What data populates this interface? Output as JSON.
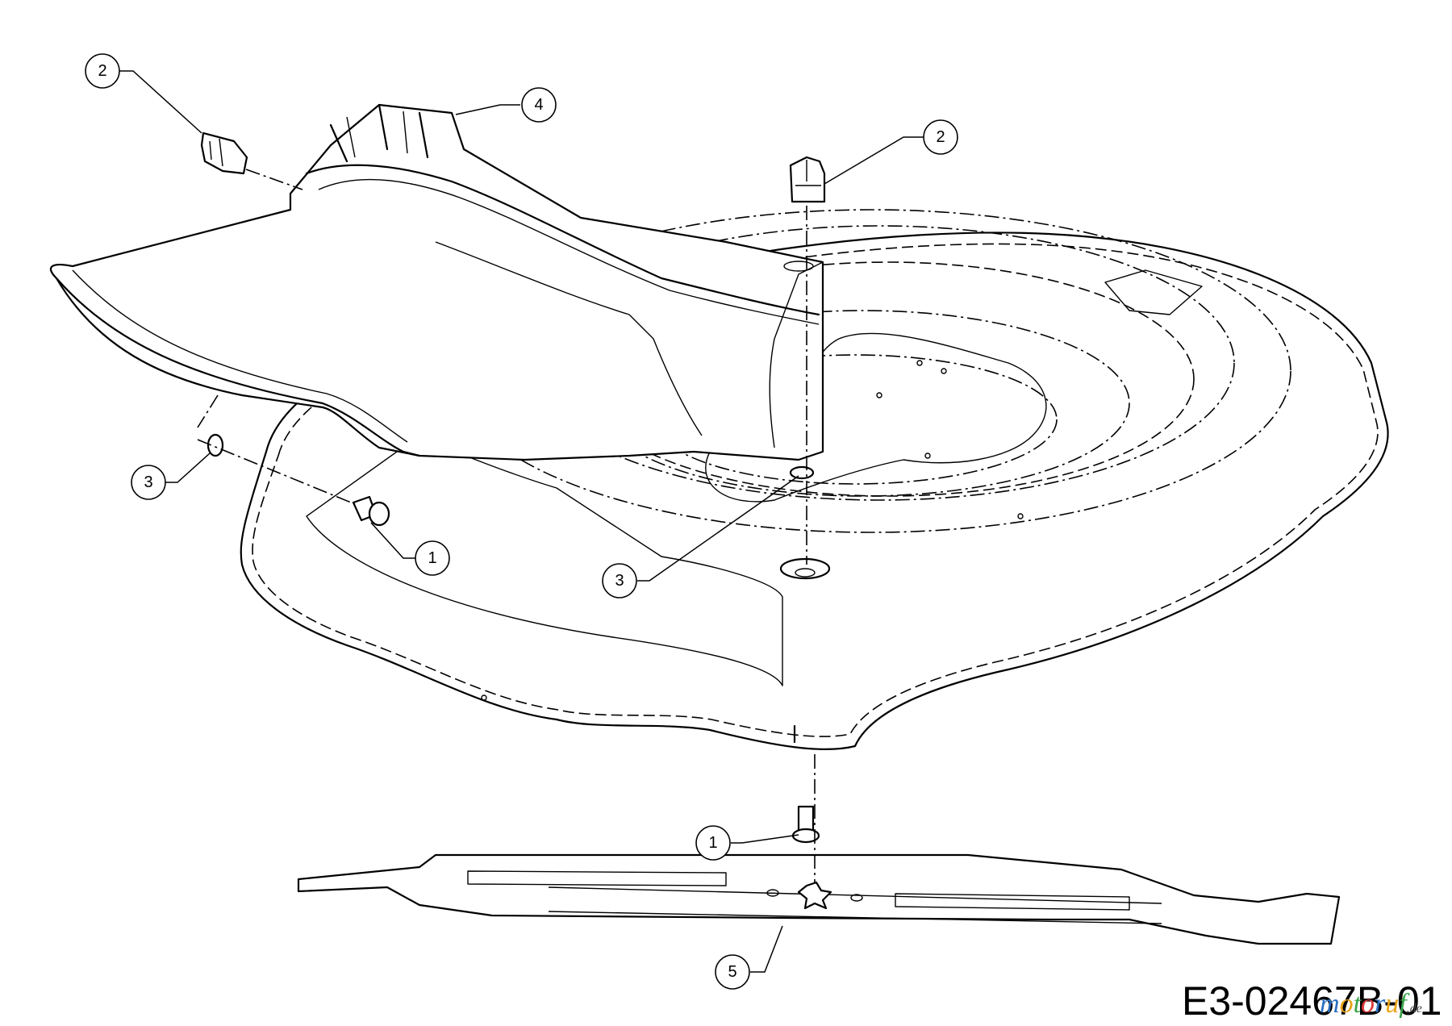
{
  "drawing_code": "E3-02467B-01",
  "watermark": {
    "letters": [
      "m",
      "o",
      "t",
      "o",
      "r",
      "u",
      "f"
    ],
    "colors": [
      "#2a6fc0",
      "#e8a317",
      "#3aa54a",
      "#d83b3b",
      "#2a6fc0",
      "#e8a317",
      "#3aa54a"
    ],
    "suffix": ".de"
  },
  "callouts": [
    {
      "id": "c2a",
      "label": "2"
    },
    {
      "id": "c4",
      "label": "4"
    },
    {
      "id": "c2b",
      "label": "2"
    },
    {
      "id": "c3a",
      "label": "3"
    },
    {
      "id": "c1a",
      "label": "1"
    },
    {
      "id": "c3b",
      "label": "3"
    },
    {
      "id": "c1b",
      "label": "1"
    },
    {
      "id": "c5",
      "label": "5"
    }
  ]
}
